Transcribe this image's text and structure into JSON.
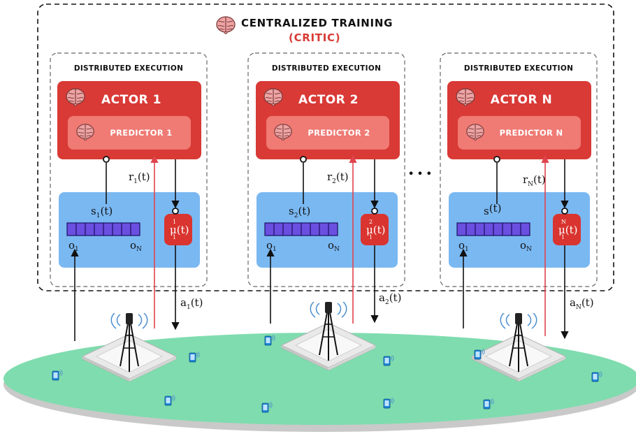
{
  "title": "CENTRALIZED TRAINING",
  "subtitle_open": "(",
  "subtitle_main": "CRITIC",
  "subtitle_close": ")",
  "ellipsis": "• • •",
  "agents": [
    {
      "exec_label": "DISTRIBUTED EXECUTION",
      "actor_label": "ACTOR 1",
      "predictor_label": "PREDICTOR 1",
      "reward": "r",
      "reward_sub": "1",
      "reward_tail": "(t)",
      "state": "s",
      "state_sub": "1",
      "state_tail": "(t)",
      "obs_first": "o",
      "obs_first_sub": "1",
      "obs_last": "o",
      "obs_last_sub": "N",
      "mu": "μ",
      "mu_sup": "1",
      "mu_sub": "1",
      "mu_tail": "(t)",
      "action": "a",
      "action_sub": "1",
      "action_tail": "(t)"
    },
    {
      "exec_label": "DISTRIBUTED EXECUTION",
      "actor_label": "ACTOR 2",
      "predictor_label": "PREDICTOR 2",
      "reward": "r",
      "reward_sub": "2",
      "reward_tail": "(t)",
      "state": "s",
      "state_sub": "2",
      "state_tail": "(t)",
      "obs_first": "o",
      "obs_first_sub": "1",
      "obs_last": "o",
      "obs_last_sub": "N",
      "mu": "μ",
      "mu_sup": "2",
      "mu_sub": "1",
      "mu_tail": "(t)",
      "action": "a",
      "action_sub": "2",
      "action_tail": "(t)"
    },
    {
      "exec_label": "DISTRIBUTED EXECUTION",
      "actor_label": "ACTOR N",
      "predictor_label": "PREDICTOR N",
      "reward": "r",
      "reward_sub": "N",
      "reward_tail": "(t)",
      "state": "s",
      "state_sub": "",
      "state_tail": "(t)",
      "obs_first": "o",
      "obs_first_sub": "1",
      "obs_last": "o",
      "obs_last_sub": "N",
      "mu": "μ",
      "mu_sup": "N",
      "mu_sub": "1",
      "mu_tail": "(t)",
      "action": "a",
      "action_sub": "N",
      "action_tail": "(t)"
    }
  ],
  "icons": {
    "brain": "brain-icon",
    "base_station": "base-station-icon",
    "device": "mobile-device-icon"
  },
  "colors": {
    "actor_red": "#d93a36",
    "predictor_pink": "#f07a74",
    "mu_red": "#d9342f",
    "exec_blue": "#7ab8f2",
    "obs_purple": "#6a4fe0",
    "reward_red": "#e0434c",
    "ground_green": "#7fdcae",
    "ground_shadow": "#c9c9c9",
    "brain_pink": "#eea4a4"
  }
}
